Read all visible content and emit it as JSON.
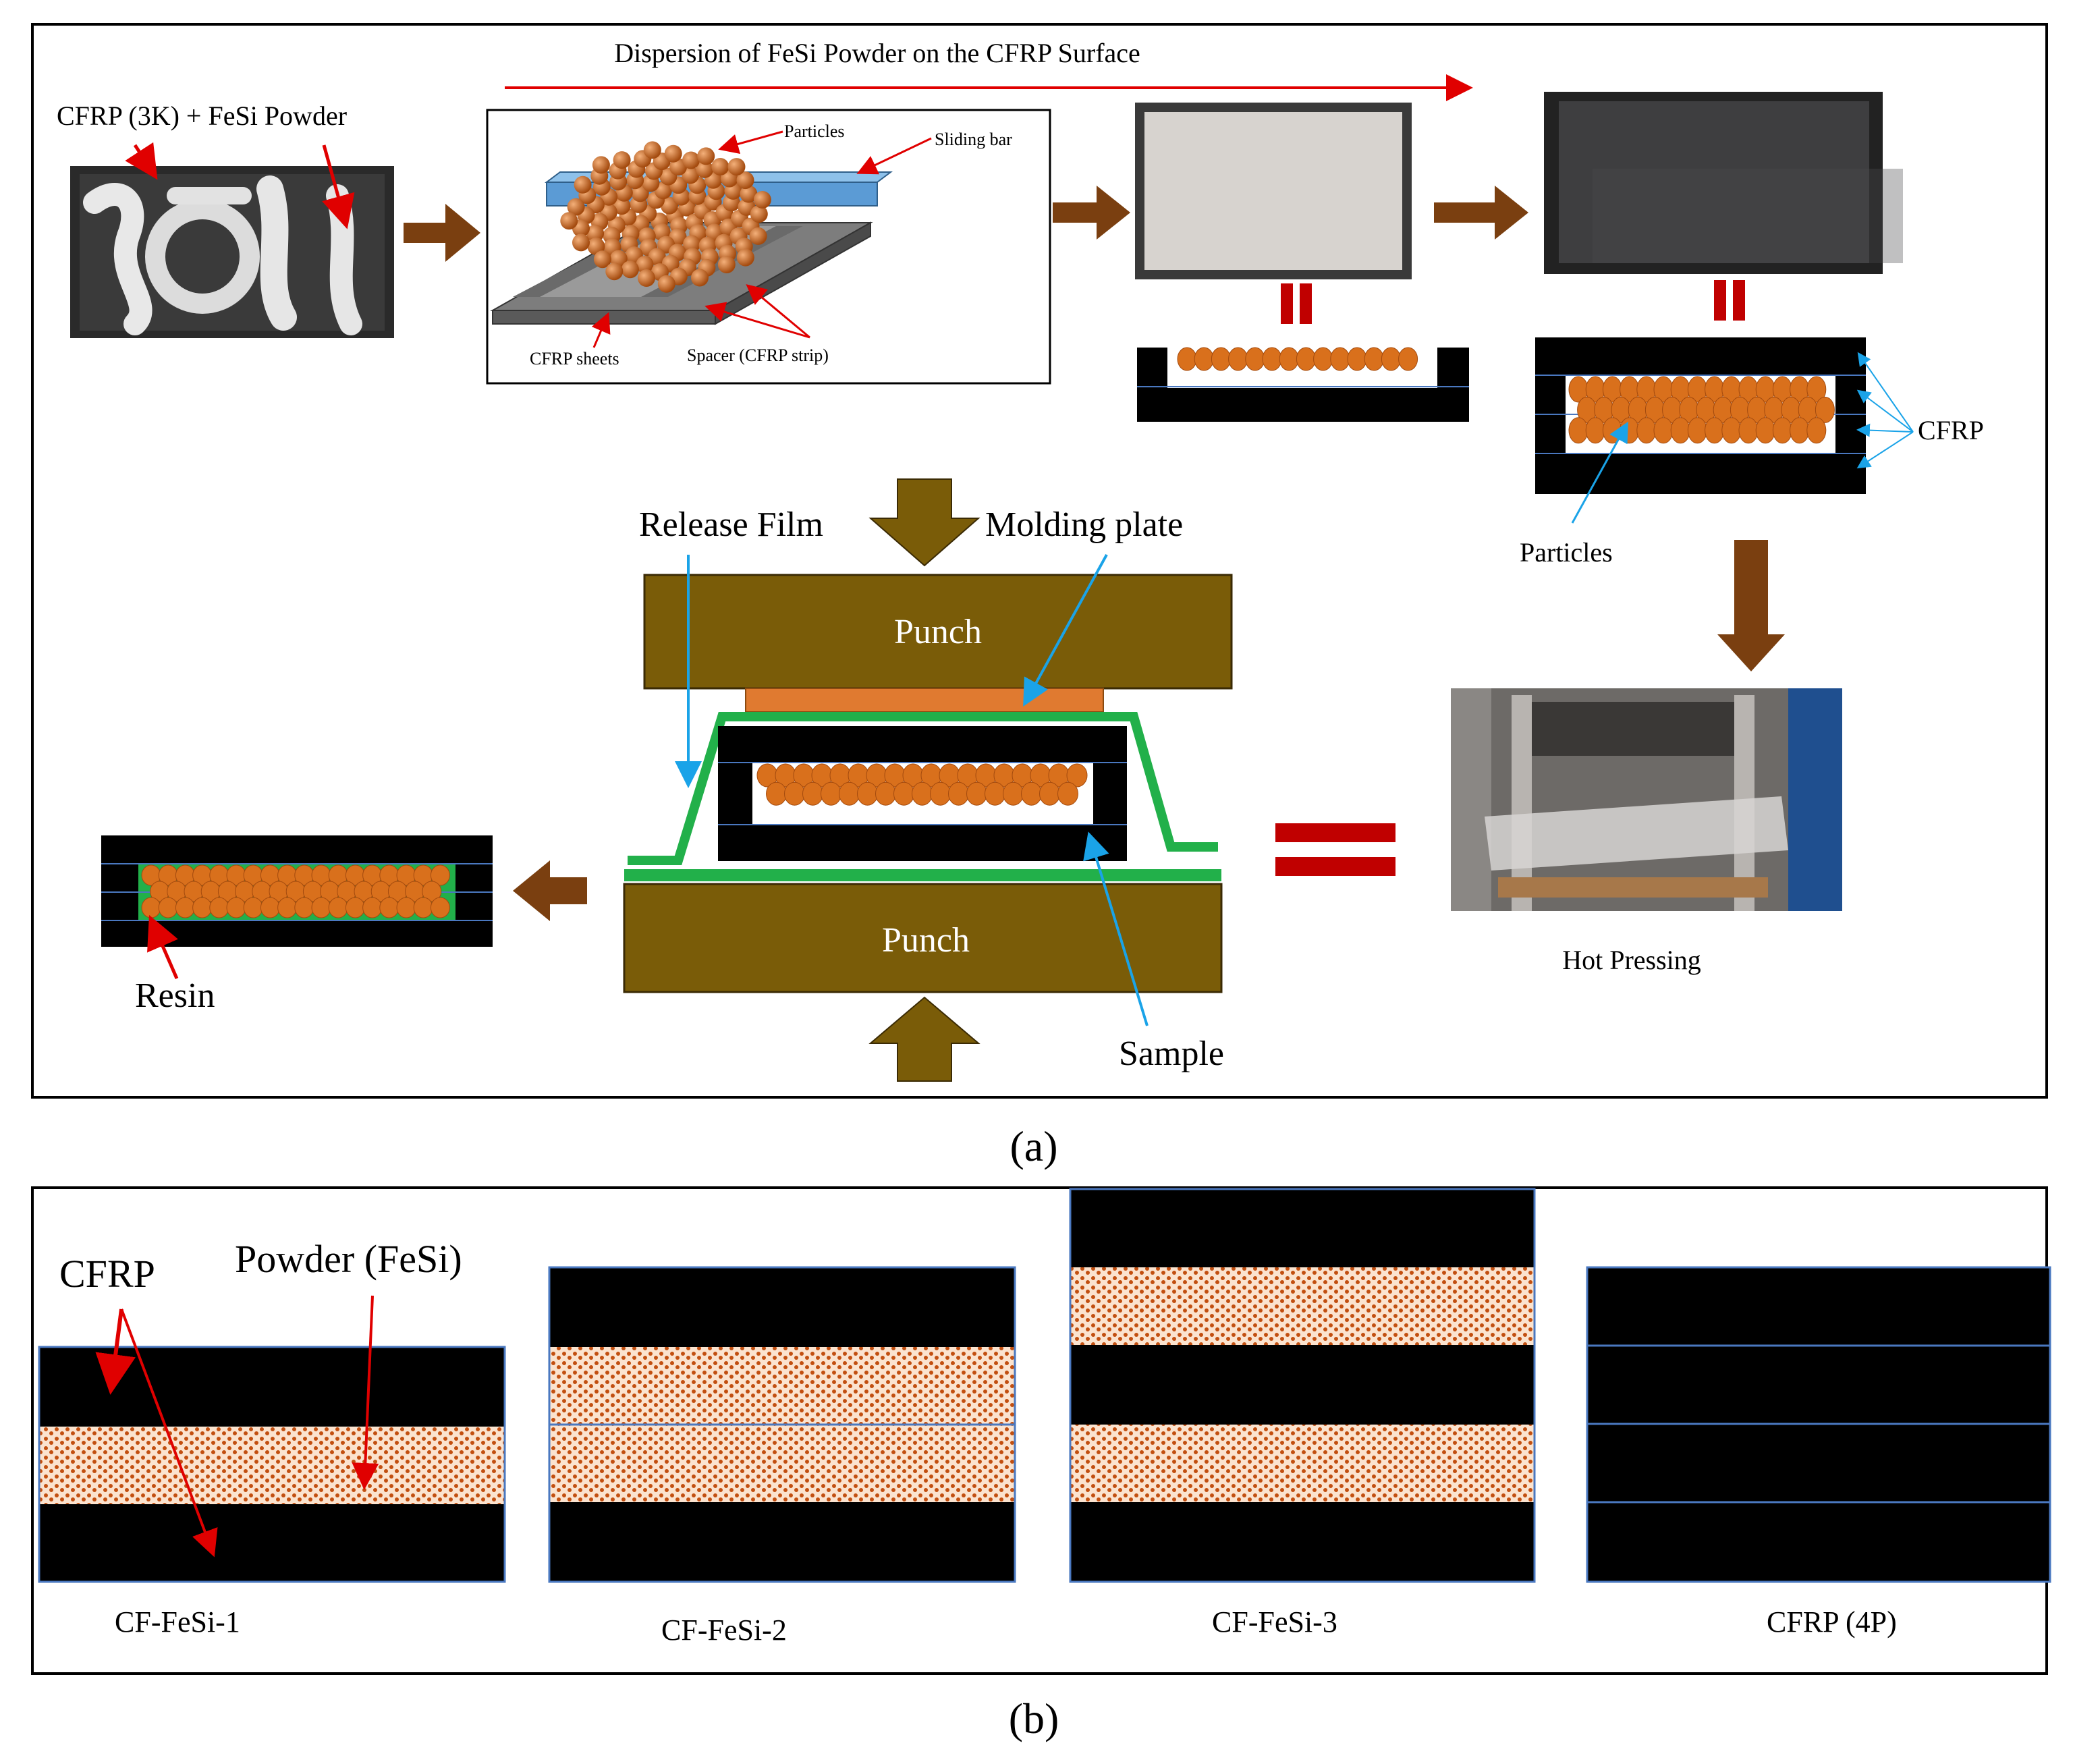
{
  "panel_a": {
    "caption": "(a)",
    "dispersion_title": "Dispersion of FeSi Powder on the CFRP Surface",
    "photo_label": "CFRP (3K) + FeSi Powder",
    "schematic": {
      "particles": "Particles",
      "sliding_bar": "Sliding bar",
      "cfrp_sheets": "CFRP sheets",
      "spacer": "Spacer (CFRP strip)"
    },
    "cfrp_label": "CFRP",
    "particles_label": "Particles",
    "release_film": "Release Film",
    "molding_plate": "Molding plate",
    "punch_top": "Punch",
    "punch_bottom": "Punch",
    "sample": "Sample",
    "resin": "Resin",
    "hot_pressing": "Hot Pressing"
  },
  "panel_b": {
    "caption": "(b)",
    "cfrp_label": "CFRP",
    "powder_label": "Powder (FeSi)",
    "samples": [
      "CF-FeSi-1",
      "CF-FeSi-2",
      "CF-FeSi-3",
      "CFRP (4P)"
    ]
  },
  "colors": {
    "arrow_brown": "#7a3f10",
    "punch": "#7a5c08",
    "particle": "#d9701c",
    "release_film": "#22b04a",
    "molding_plate": "#e07a30",
    "equals_red": "#c00000",
    "annotation_red": "#e00000",
    "annotation_blue": "#1aa3e8"
  }
}
